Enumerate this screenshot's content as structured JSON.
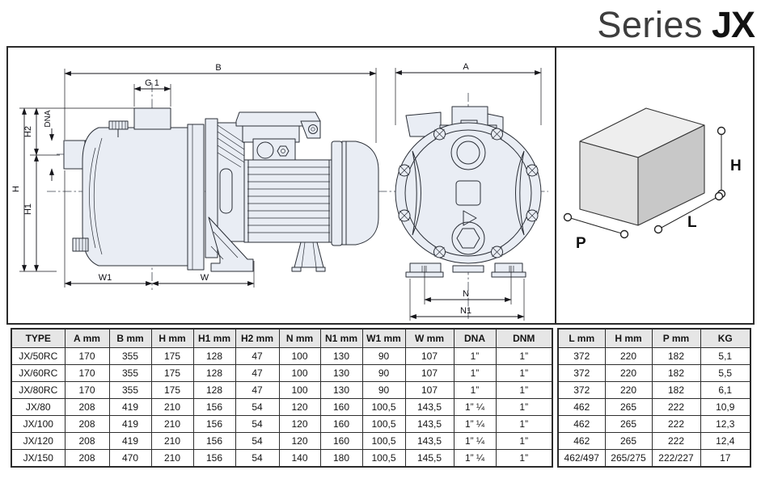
{
  "title": {
    "series_label": "Series",
    "model_label": "JX"
  },
  "colors": {
    "part_fill": "#e9edf4",
    "line": "#2a2e36",
    "dim": "#17171c",
    "header_bg": "#e6e6e6",
    "table_border": "#2b2b2b",
    "box_top": "#eeeeee",
    "box_left": "#e1e1e1",
    "box_right": "#c8c8c8"
  },
  "side_view": {
    "labels": {
      "b": "B",
      "g1": "G 1",
      "dna": "DNA",
      "h2": "H2",
      "h": "H",
      "h1": "H1",
      "w1": "W1",
      "w": "W"
    }
  },
  "front_view": {
    "labels": {
      "a": "A",
      "n": "N",
      "n1": "N1"
    }
  },
  "package_box": {
    "labels": {
      "h": "H",
      "l": "L",
      "p": "P"
    }
  },
  "table": {
    "left": {
      "headers": [
        "TYPE",
        "A mm",
        "B mm",
        "H mm",
        "H1 mm",
        "H2 mm",
        "N mm",
        "N1 mm",
        "W1 mm",
        "W mm",
        "DNA",
        "DNM"
      ],
      "rows": [
        [
          "JX/50RC",
          "170",
          "355",
          "175",
          "128",
          "47",
          "100",
          "130",
          "90",
          "107",
          "1”",
          "1”"
        ],
        [
          "JX/60RC",
          "170",
          "355",
          "175",
          "128",
          "47",
          "100",
          "130",
          "90",
          "107",
          "1”",
          "1”"
        ],
        [
          "JX/80RC",
          "170",
          "355",
          "175",
          "128",
          "47",
          "100",
          "130",
          "90",
          "107",
          "1”",
          "1”"
        ],
        [
          "JX/80",
          "208",
          "419",
          "210",
          "156",
          "54",
          "120",
          "160",
          "100,5",
          "143,5",
          "1” ¼",
          "1”"
        ],
        [
          "JX/100",
          "208",
          "419",
          "210",
          "156",
          "54",
          "120",
          "160",
          "100,5",
          "143,5",
          "1” ¼",
          "1”"
        ],
        [
          "JX/120",
          "208",
          "419",
          "210",
          "156",
          "54",
          "120",
          "160",
          "100,5",
          "143,5",
          "1” ¼",
          "1”"
        ],
        [
          "JX/150",
          "208",
          "470",
          "210",
          "156",
          "54",
          "140",
          "180",
          "100,5",
          "145,5",
          "1” ¼",
          "1”"
        ]
      ]
    },
    "right": {
      "headers": [
        "L mm",
        "H mm",
        "P mm",
        "KG"
      ],
      "rows": [
        [
          "372",
          "220",
          "182",
          "5,1"
        ],
        [
          "372",
          "220",
          "182",
          "5,5"
        ],
        [
          "372",
          "220",
          "182",
          "6,1"
        ],
        [
          "462",
          "265",
          "222",
          "10,9"
        ],
        [
          "462",
          "265",
          "222",
          "12,3"
        ],
        [
          "462",
          "265",
          "222",
          "12,4"
        ],
        [
          "462/497",
          "265/275",
          "222/227",
          "17"
        ]
      ]
    }
  }
}
